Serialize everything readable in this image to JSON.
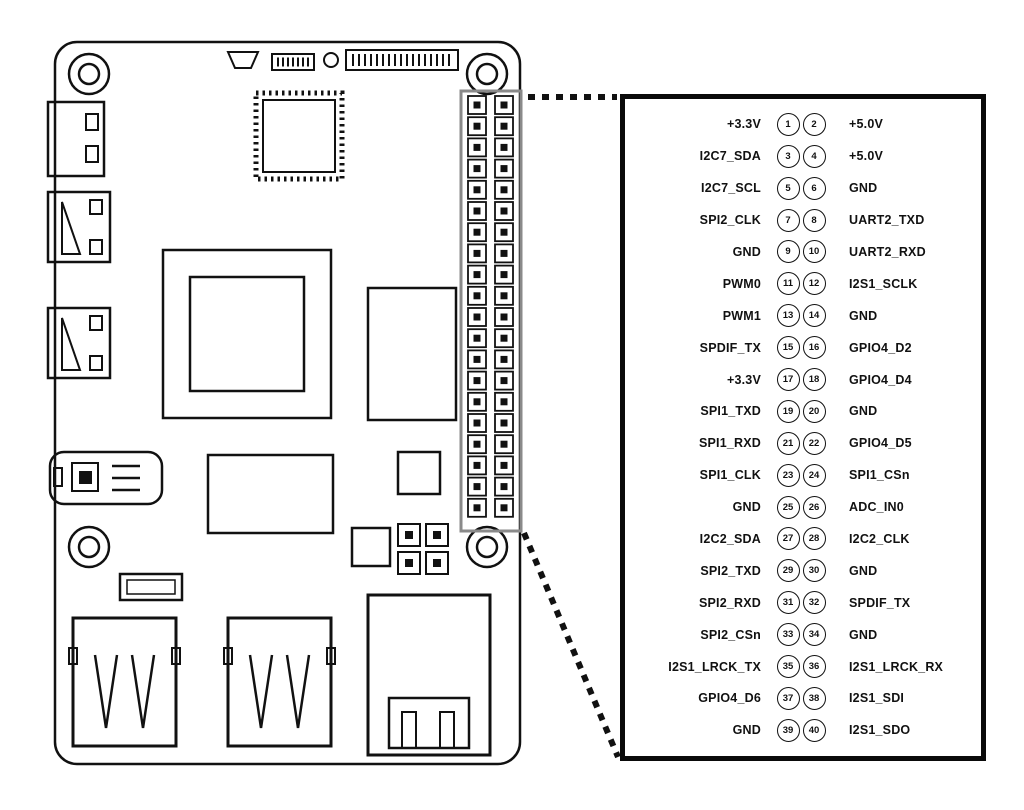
{
  "diagram": {
    "type": "board-pinout",
    "colors": {
      "line": "#111111",
      "background": "#ffffff",
      "header_outline": "#8a8a8a"
    },
    "board": {
      "gpio_header": {
        "rows": 20,
        "cols": 2,
        "pin_total": 40
      }
    },
    "pinout": {
      "pin_count": 40,
      "rows": [
        {
          "left_label": "+3.3V",
          "left_pin": 1,
          "right_pin": 2,
          "right_label": "+5.0V"
        },
        {
          "left_label": "I2C7_SDA",
          "left_pin": 3,
          "right_pin": 4,
          "right_label": "+5.0V"
        },
        {
          "left_label": "I2C7_SCL",
          "left_pin": 5,
          "right_pin": 6,
          "right_label": "GND"
        },
        {
          "left_label": "SPI2_CLK",
          "left_pin": 7,
          "right_pin": 8,
          "right_label": "UART2_TXD"
        },
        {
          "left_label": "GND",
          "left_pin": 9,
          "right_pin": 10,
          "right_label": "UART2_RXD"
        },
        {
          "left_label": "PWM0",
          "left_pin": 11,
          "right_pin": 12,
          "right_label": "I2S1_SCLK"
        },
        {
          "left_label": "PWM1",
          "left_pin": 13,
          "right_pin": 14,
          "right_label": "GND"
        },
        {
          "left_label": "SPDIF_TX",
          "left_pin": 15,
          "right_pin": 16,
          "right_label": "GPIO4_D2"
        },
        {
          "left_label": "+3.3V",
          "left_pin": 17,
          "right_pin": 18,
          "right_label": "GPIO4_D4"
        },
        {
          "left_label": "SPI1_TXD",
          "left_pin": 19,
          "right_pin": 20,
          "right_label": "GND"
        },
        {
          "left_label": "SPI1_RXD",
          "left_pin": 21,
          "right_pin": 22,
          "right_label": "GPIO4_D5"
        },
        {
          "left_label": "SPI1_CLK",
          "left_pin": 23,
          "right_pin": 24,
          "right_label": "SPI1_CSn"
        },
        {
          "left_label": "GND",
          "left_pin": 25,
          "right_pin": 26,
          "right_label": "ADC_IN0"
        },
        {
          "left_label": "I2C2_SDA",
          "left_pin": 27,
          "right_pin": 28,
          "right_label": "I2C2_CLK"
        },
        {
          "left_label": "SPI2_TXD",
          "left_pin": 29,
          "right_pin": 30,
          "right_label": "GND"
        },
        {
          "left_label": "SPI2_RXD",
          "left_pin": 31,
          "right_pin": 32,
          "right_label": "SPDIF_TX"
        },
        {
          "left_label": "SPI2_CSn",
          "left_pin": 33,
          "right_pin": 34,
          "right_label": "GND"
        },
        {
          "left_label": "I2S1_LRCK_TX",
          "left_pin": 35,
          "right_pin": 36,
          "right_label": "I2S1_LRCK_RX"
        },
        {
          "left_label": "GPIO4_D6",
          "left_pin": 37,
          "right_pin": 38,
          "right_label": "I2S1_SDI"
        },
        {
          "left_label": "GND",
          "left_pin": 39,
          "right_pin": 40,
          "right_label": "I2S1_SDO"
        }
      ]
    }
  }
}
